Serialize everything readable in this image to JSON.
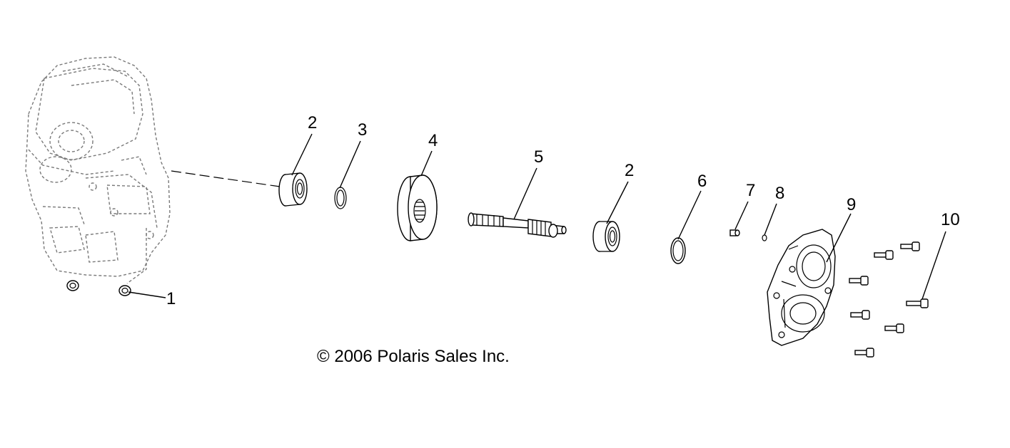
{
  "callouts": {
    "c1": "1",
    "c2a": "2",
    "c3": "3",
    "c4": "4",
    "c5": "5",
    "c2b": "2",
    "c6": "6",
    "c7": "7",
    "c8": "8",
    "c9": "9",
    "c10": "10"
  },
  "copyright": {
    "symbol": "©",
    "text": " 2006 Polaris Sales Inc."
  }
}
